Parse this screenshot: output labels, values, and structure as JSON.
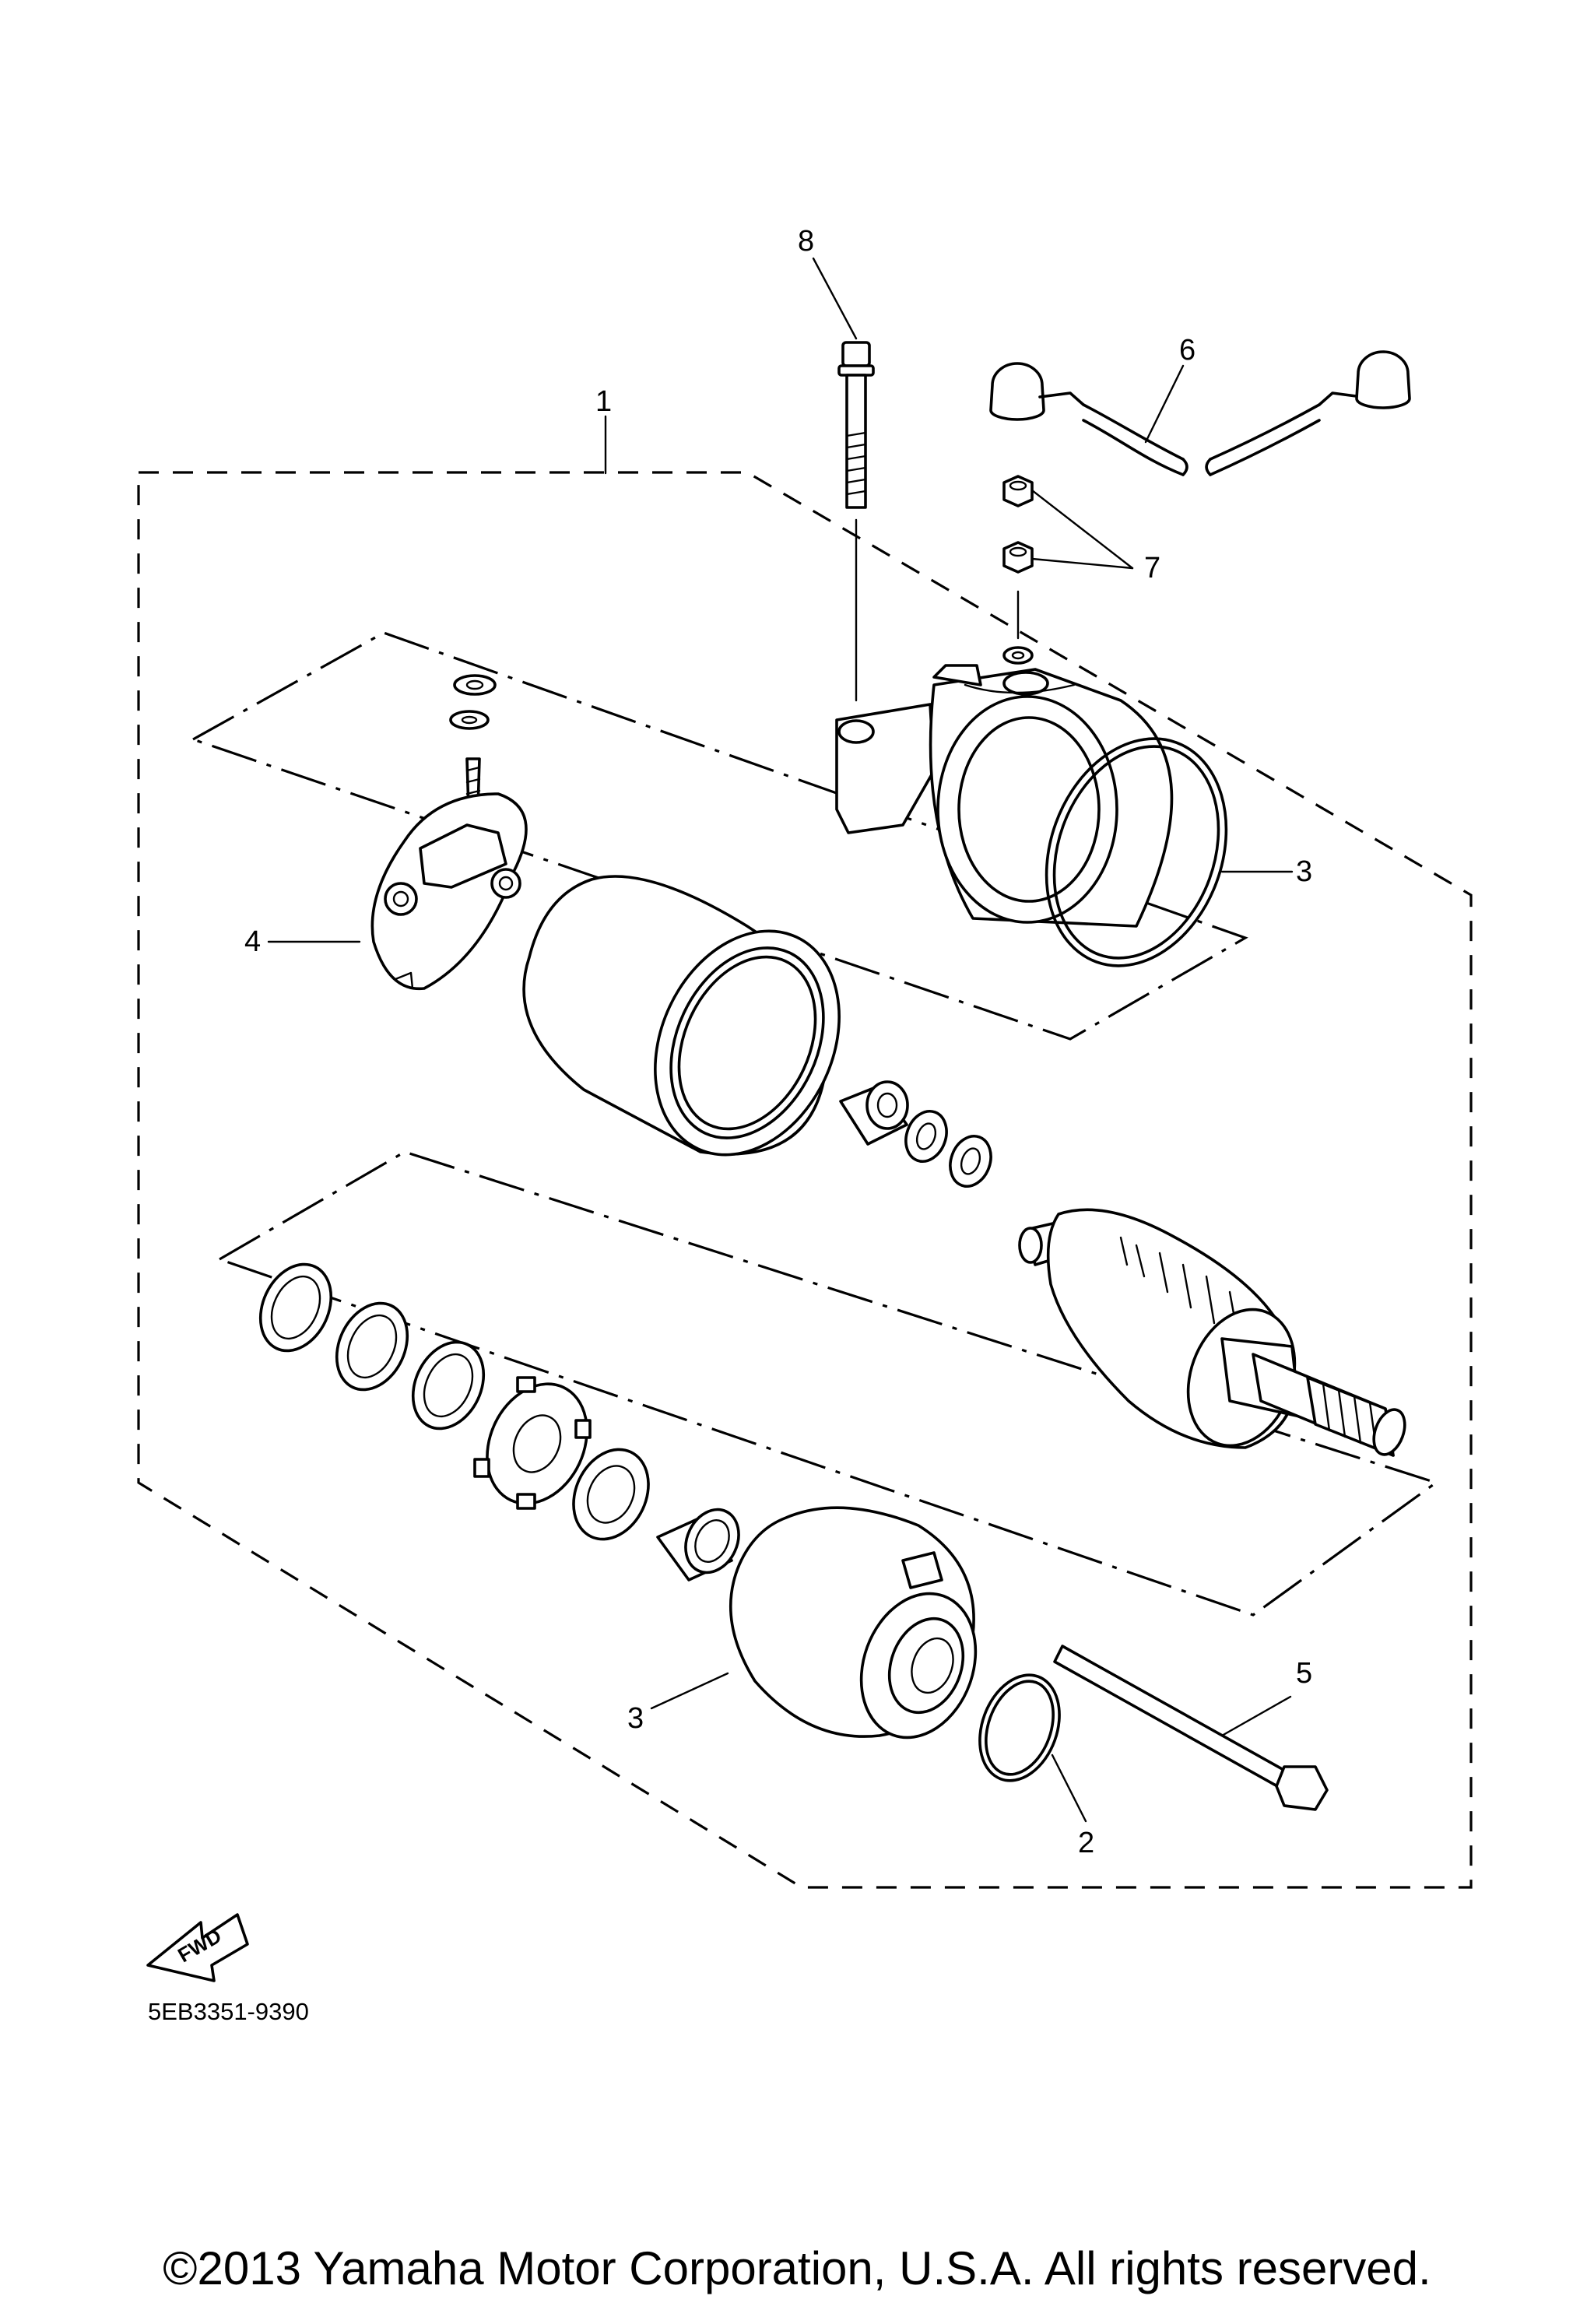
{
  "callouts": [
    {
      "id": "1",
      "label": "1"
    },
    {
      "id": "2",
      "label": "2"
    },
    {
      "id": "3a",
      "label": "3"
    },
    {
      "id": "3b",
      "label": "3"
    },
    {
      "id": "4",
      "label": "4"
    },
    {
      "id": "5",
      "label": "5"
    },
    {
      "id": "6",
      "label": "6"
    },
    {
      "id": "7",
      "label": "7"
    },
    {
      "id": "8",
      "label": "8"
    }
  ],
  "direction_arrow": {
    "label": "FWD",
    "icon": "fwd-arrow-icon"
  },
  "drawing_code": "5EB3351-9390",
  "copyright": "©2013 Yamaha Motor Corporation, U.S.A. All rights reserved."
}
